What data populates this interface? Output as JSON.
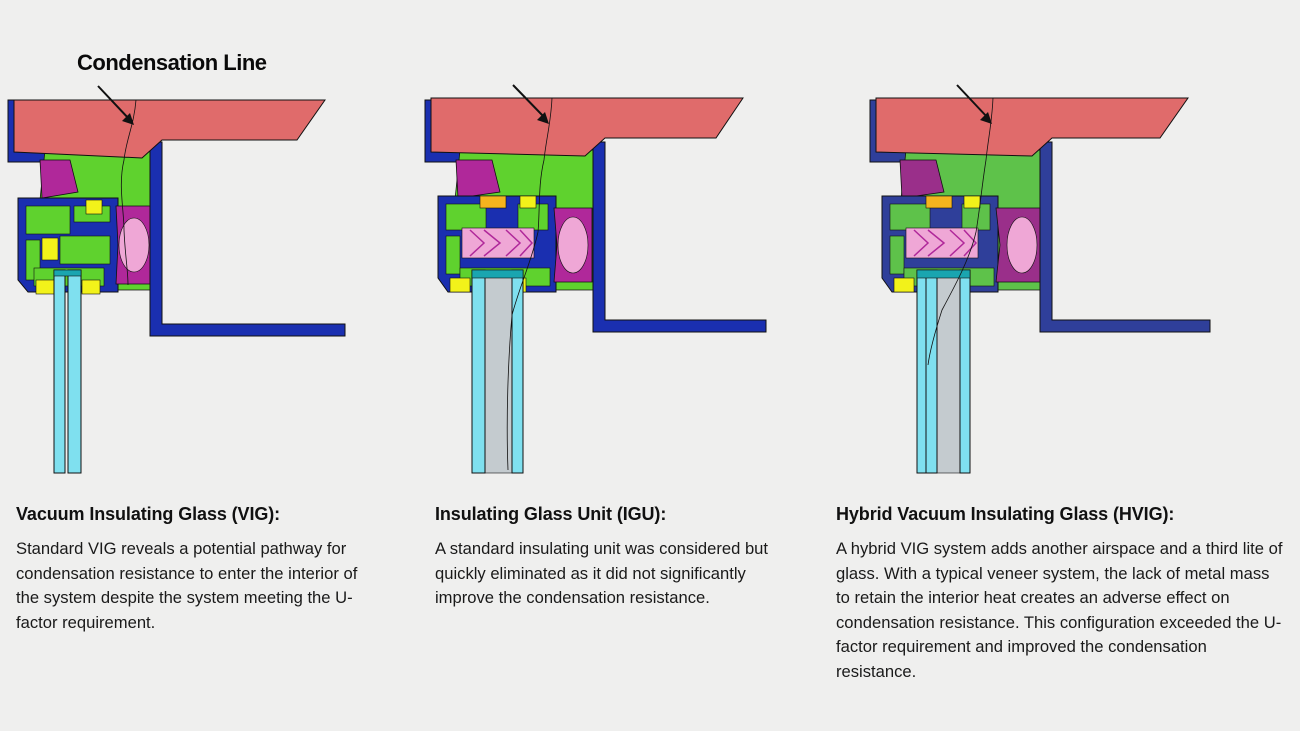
{
  "diagram_label": "Condensation Line",
  "colors": {
    "wall": "#e06b6b",
    "thermal_green": "#5fd22e",
    "frame_blue": "#1a2fb0",
    "magenta": "#b0289a",
    "pink": "#efa7d6",
    "yellow": "#f2f21a",
    "orange": "#f5b41e",
    "glass_cyan": "#7fe0ef",
    "airspace_gray": "#c4cbcf"
  },
  "panels": [
    {
      "title": "Vacuum Insulating Glass (VIG):",
      "description": "Standard VIG reveals a potential pathway for condensation resistance to enter the interior of the system despite the system meeting the U-factor requirement."
    },
    {
      "title": "Insulating Glass Unit (IGU):",
      "description": "A standard insulating unit was considered but quickly eliminated as it did not significantly improve the condensation resistance."
    },
    {
      "title": "Hybrid Vacuum Insulating Glass (HVIG):",
      "description": "A hybrid VIG system adds another airspace and a third lite of glass. With a typical veneer system, the lack of metal mass to retain the interior heat creates an adverse effect on condensation resistance. This configuration exceeded the U-factor requirement and improved the condensation resistance."
    }
  ]
}
